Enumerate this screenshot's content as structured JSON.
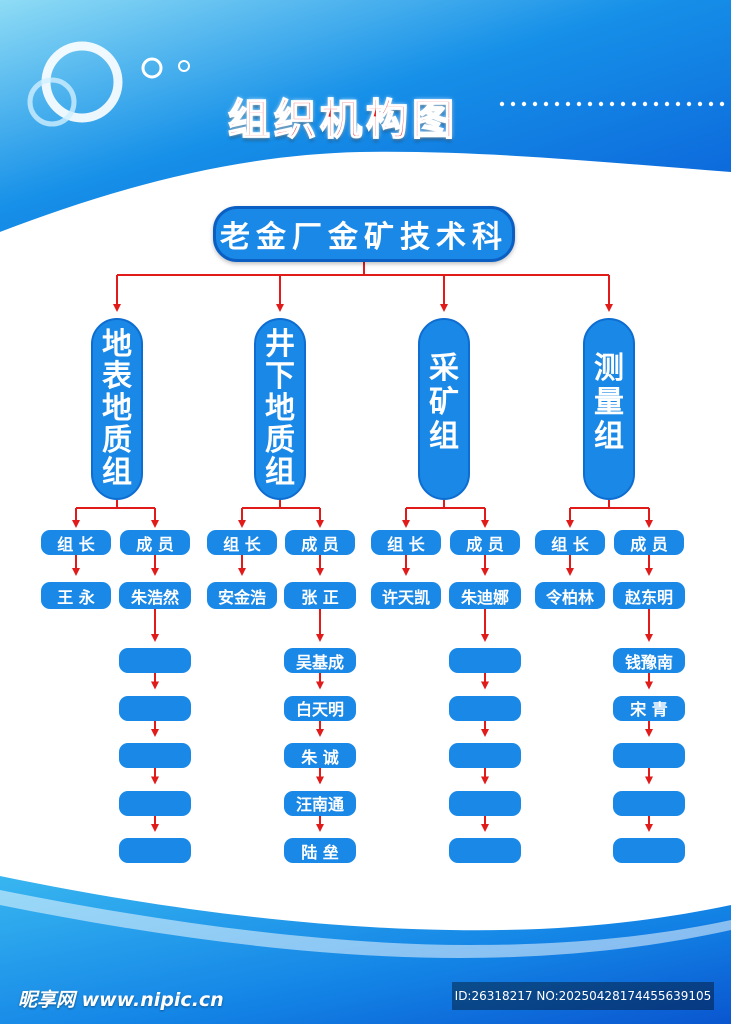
{
  "title": "组织机构图",
  "root": "老金厂金矿技术科",
  "colors": {
    "box": "#1a88e6",
    "box_border": "#0c5fc2",
    "arrow": "#e11a1a",
    "title": "#e11a1a"
  },
  "groups": [
    {
      "name": "地表地质组",
      "leader_label": "组 长",
      "member_label": "成 员",
      "leader": "王  永",
      "members": [
        "朱浩然",
        "",
        "",
        "",
        "",
        ""
      ]
    },
    {
      "name": "井下地质组",
      "leader_label": "组 长",
      "member_label": "成 员",
      "leader": "安金浩",
      "members": [
        "张  正",
        "吴基成",
        "白天明",
        "朱 诚",
        "汪南通",
        "陆 垒"
      ]
    },
    {
      "name": "采矿组",
      "leader_label": "组 长",
      "member_label": "成 员",
      "leader": "许天凯",
      "members": [
        "朱迪娜",
        "",
        "",
        "",
        "",
        ""
      ]
    },
    {
      "name": "测量组",
      "leader_label": "组 长",
      "member_label": "成 员",
      "leader": "令柏林",
      "members": [
        "赵东明",
        "钱豫南",
        "宋 青",
        "",
        "",
        ""
      ]
    }
  ],
  "footer": {
    "logo": "昵享网 www.nipic.cn",
    "watermark": "ID:26318217 NO:20250428174455639105"
  }
}
